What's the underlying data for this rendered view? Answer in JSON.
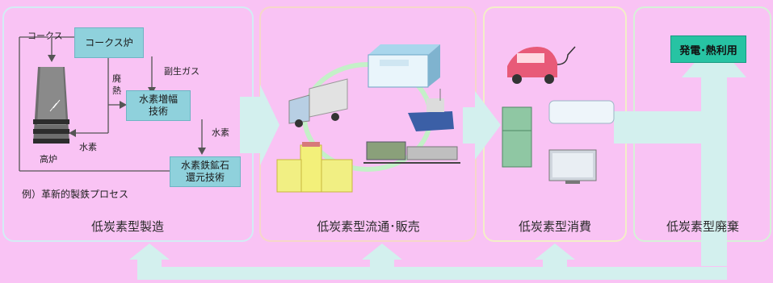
{
  "stages": [
    {
      "label": "低炭素型製造"
    },
    {
      "label": "低炭素型流通･販売"
    },
    {
      "label": "低炭素型消費"
    },
    {
      "label": "低炭素型廃棄"
    }
  ],
  "process": {
    "coke_oven": "コークス炉",
    "coke": "コークス",
    "waste_heat": "廃熱",
    "byproduct_gas": "副生ガス",
    "hydrogen_amp": "水素増幅\n技術",
    "hydrogen_left": "水素",
    "hydrogen_right": "水素",
    "blast_furnace": "高炉",
    "iron_ore": "水素鉄鉱石\n還元技術",
    "example": "例）革新的製鉄プロセス"
  },
  "disposal_box": "発電･熱利用",
  "colors": {
    "background": "#f9c3f4",
    "arrow": "#d3f0ee",
    "process_box": "#8fd1dc",
    "disposal_box": "#27c3a3"
  }
}
